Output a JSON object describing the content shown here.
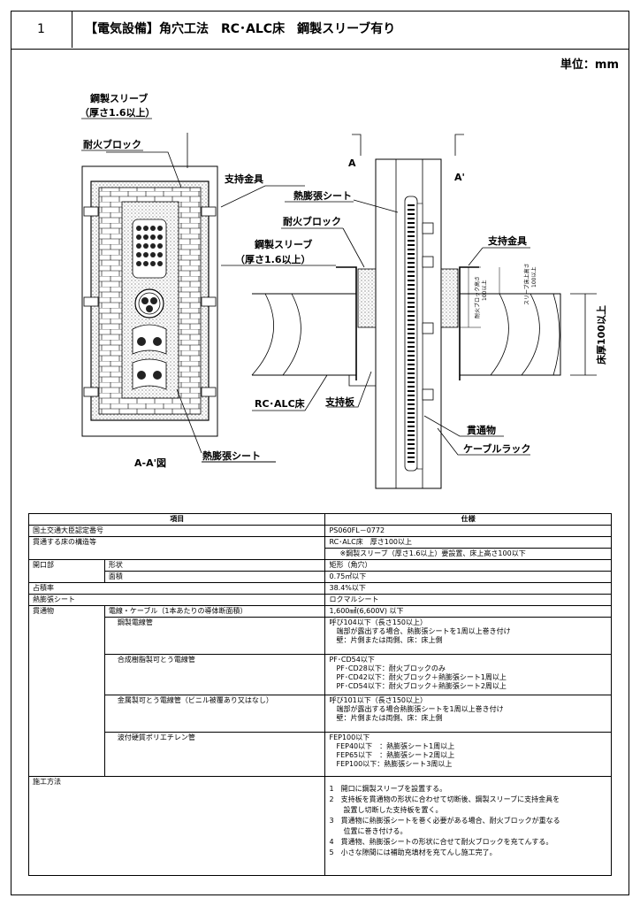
{
  "header": {
    "number": "1",
    "title": "【電気設備】角穴工法　RC･ALC床　鋼製スリーブ有り"
  },
  "unit": "単位：mm",
  "labels": {
    "left_sleeve": "鋼製スリーブ",
    "left_sleeve_thick": "（厚さ1.6以上）",
    "left_block": "耐火ブロック",
    "left_bracket": "支持金具",
    "left_sheet": "熱膨張シート",
    "left_caption": "A-A'図",
    "sec_a": "A",
    "sec_a2": "A'",
    "right_sheet": "熱膨張シート",
    "right_block": "耐火ブロック",
    "right_sleeve": "鋼製スリーブ",
    "right_sleeve_thick": "（厚さ1.6以上）",
    "right_bracket": "支持金具",
    "floor": "RC･ALC床",
    "plate": "支持板",
    "pass": "貫通物",
    "rack": "ケーブルラック",
    "floor_thick": "床厚100以上",
    "dim1": "耐火ブロック高さ",
    "dim1b": "100以上",
    "dim2": "スリーブ床上高さ",
    "dim2b": "100以上"
  },
  "table": {
    "head_item": "項目",
    "head_spec": "仕様",
    "rows": {
      "cert_k": "国土交通大臣認定番号",
      "cert_v": "PS060FL－0772",
      "floor_k": "貫通する床の構造等",
      "floor_v1": "RC･ALC床　厚さ100以上",
      "floor_v2": "※鋼製スリーブ（厚さ1.6以上）要設置、床上高さ100以下",
      "open_k": "開口部",
      "shape_k": "形状",
      "shape_v": "矩形（角穴）",
      "area_k": "面積",
      "area_v": "0.75㎡以下",
      "occ_k": "占積率",
      "occ_v": "38.4%以下",
      "sheet_k": "熱膨張シート",
      "sheet_v": "ロクマルシート",
      "pass_k": "貫通物",
      "cable_k": "電線・ケーブル（1本あたりの導体断面積）",
      "cable_v": "1,600㎟(6,600V) 以下",
      "steel_k": "鋼製電線管",
      "steel_v": "呼び104以下（長さ150以上）\n　端部が露出する場合、熱膨張シートを1周以上巻き付け\n　壁：片側または両側、床：床上側",
      "resin_k": "合成樹脂製可とう電線管",
      "resin_v": "PF･CD54以下\n　PF･CD28以下：耐火ブロックのみ\n　PF･CD42以下：耐火ブロック＋熱膨張シート1周以上\n　PF･CD54以下：耐火ブロック＋熱膨張シート2周以上",
      "metal_k": "金属製可とう電線管（ビニル被覆あり又はなし）",
      "metal_v": "呼び101以下（長さ150以上）\n　端部が露出する場合熱膨張シートを1周以上巻き付け\n　壁：片側または両側、床：床上側",
      "fep_k": "波付硬質ポリエチレン管",
      "fep_v": "FEP100以下\n　FEP40以下　：熱膨張シート1周以上\n　FEP65以下　：熱膨張シート2周以上\n　FEP100以下：熱膨張シート3周以上",
      "method_k": "施工方法",
      "method_v": "1　開口に鋼製スリーブを設置する。\n2　支持板を貫通物の形状に合わせて切断後、鋼製スリーブに支持金具を\n　　設置し切断した支持板を置く。\n3　貫通物に熱膨張シートを巻く必要がある場合、耐火ブロックが重なる\n　　位置に巻き付ける。\n4　貫通物、熱膨張シートの形状に合せて耐火ブロックを充てんする。\n5　小さな隙間には補助充填材を充てんし施工完了。"
    }
  }
}
